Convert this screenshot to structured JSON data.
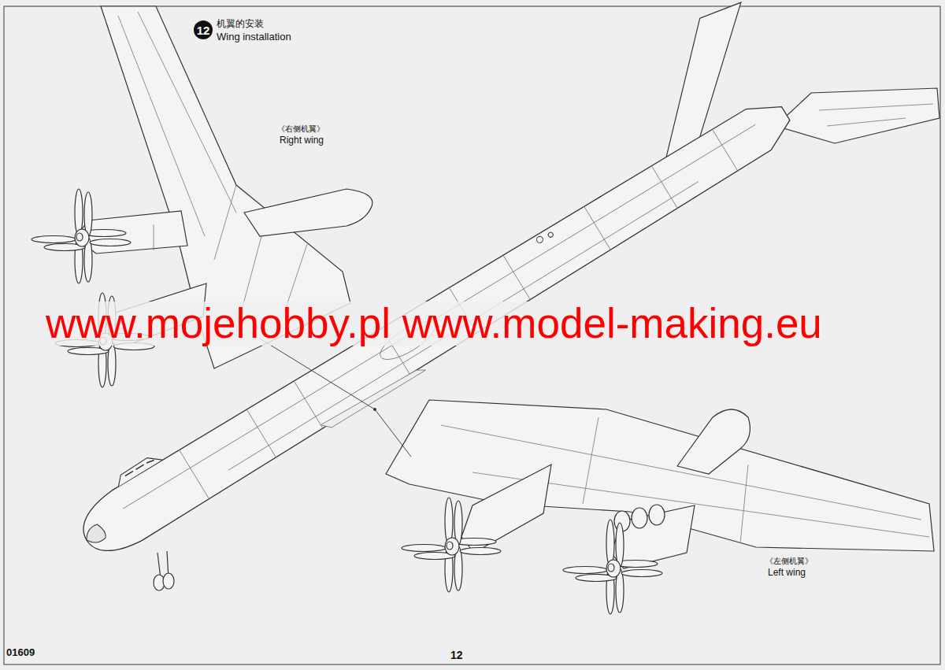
{
  "diagram": {
    "nodes": [
      {
        "text": [
          "12"
        ]
      }
    ],
    "labels": [
      "机翼的安装",
      "Wing installation",
      "《右侧机翼》",
      "Right wing",
      "《左侧机翼》",
      "Left wing",
      "www.mojehobby.pl www.model-making.eu",
      "01609",
      "12"
    ]
  }
}
